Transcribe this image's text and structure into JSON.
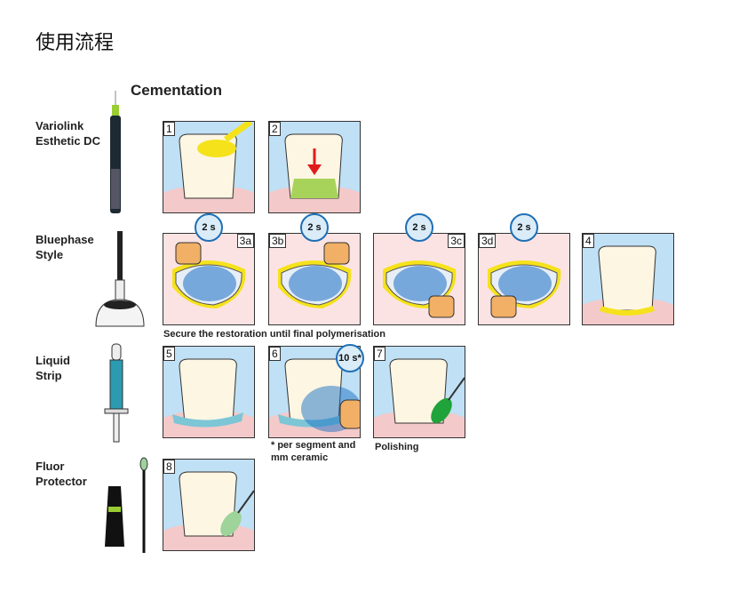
{
  "title": "使用流程",
  "section": "Cementation",
  "products": [
    {
      "name": "Variolink\nEsthetic DC"
    },
    {
      "name": "Bluephase\nStyle"
    },
    {
      "name": "Liquid\nStrip"
    },
    {
      "name": "Fluor\nProtector"
    }
  ],
  "steps": [
    {
      "label": "1",
      "bg": "blue"
    },
    {
      "label": "2",
      "bg": "blue"
    },
    {
      "label": "3a",
      "bg": "pink",
      "timer": "2 s"
    },
    {
      "label": "3b",
      "bg": "pink",
      "timer": "2 s"
    },
    {
      "label": "3c",
      "bg": "pink",
      "timer": "2 s"
    },
    {
      "label": "3d",
      "bg": "pink",
      "timer": "2 s"
    },
    {
      "label": "4",
      "bg": "blue"
    },
    {
      "label": "5",
      "bg": "blue"
    },
    {
      "label": "6",
      "bg": "blue",
      "timer": "10 s*"
    },
    {
      "label": "7",
      "bg": "blue"
    },
    {
      "label": "8",
      "bg": "blue"
    }
  ],
  "captions": {
    "secure": "Secure the restoration until final polymerisation",
    "per_segment": "* per segment and\n   mm ceramic",
    "polishing": "Polishing"
  },
  "colors": {
    "blue_bg": "#bfe0f5",
    "pink_bg": "#fbe3e3",
    "gum": "#f4c9c9",
    "tooth": "#fdf6e3",
    "cement": "#f5e21b",
    "light": "#1a6fc4",
    "handpiece": "#f1b066"
  }
}
